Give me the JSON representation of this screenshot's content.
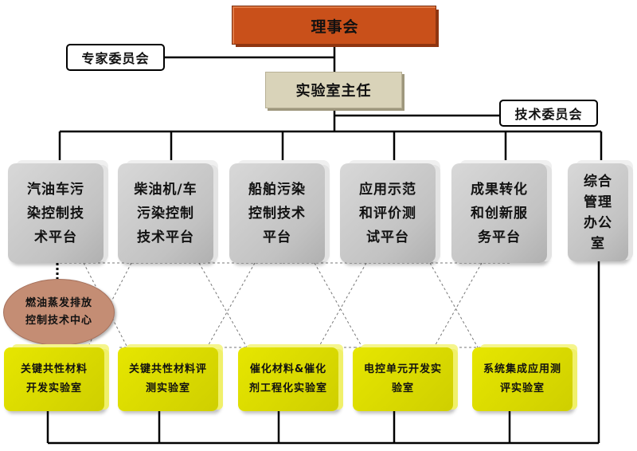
{
  "org_chart": {
    "board": "理事会",
    "expert_committee": "专家委员会",
    "lab_director": "实验室主任",
    "technical_committee": "技术委员会",
    "platforms": [
      {
        "lines": [
          "汽油车污",
          "染控制技",
          "术平台"
        ]
      },
      {
        "lines": [
          "柴油机/车",
          "污染控制",
          "技术平台"
        ]
      },
      {
        "lines": [
          "船舶污染",
          "控制技术",
          "平台"
        ]
      },
      {
        "lines": [
          "应用示范",
          "和评价测",
          "试平台"
        ]
      },
      {
        "lines": [
          "成果转化",
          "和创新服",
          "务平台"
        ]
      },
      {
        "lines": [
          "综合",
          "管理",
          "办公",
          "室"
        ]
      }
    ],
    "fuel_center": {
      "lines": [
        "燃油蒸发排放",
        "控制技术中心"
      ]
    },
    "labs": [
      {
        "lines": [
          "关键共性材料",
          "开发实验室"
        ]
      },
      {
        "lines": [
          "关键共性材料评",
          "测实验室"
        ]
      },
      {
        "lines": [
          "催化材料&催化",
          "剂工程化实验室"
        ]
      },
      {
        "lines": [
          "电控单元开发实",
          "验室"
        ]
      },
      {
        "lines": [
          "系统集成应用测",
          "评实验室"
        ]
      }
    ]
  },
  "colors": {
    "board_fill": "#c9501a",
    "director_fill": "#d9d3b9",
    "platform_fill": "#c8c8c8",
    "lab_fill": "#d9d900",
    "center_fill": "#c48d74"
  }
}
